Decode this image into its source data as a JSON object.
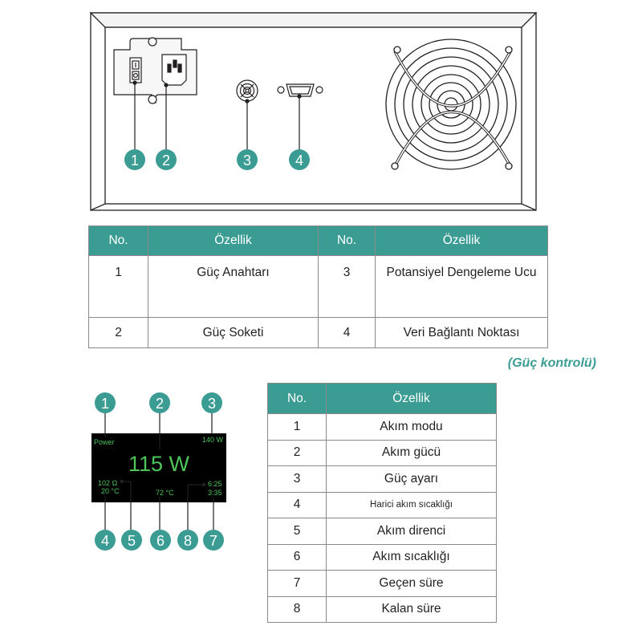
{
  "badge_color": "#3a9c93",
  "header_color": "#3a9c93",
  "panel_callouts": [
    "1",
    "2",
    "3",
    "4"
  ],
  "spec_table": {
    "headers": [
      "No.",
      "Özellik",
      "No.",
      "Özellik"
    ],
    "rows": [
      {
        "no1": "1",
        "feat1": "Güç Anahtarı",
        "no2": "3",
        "feat2": "Potansiyel Dengeleme Ucu"
      },
      {
        "no1": "2",
        "feat1": "Güç Soketi",
        "no2": "4",
        "feat2": "Veri Bağlantı Noktası"
      }
    ]
  },
  "control_title": "(Güç kontrolü)",
  "display": {
    "power_label": "Power",
    "power_value": "115 W",
    "power_setting": "140 W",
    "resistance": "102 Ω",
    "ext_temp": "20 °C",
    "temp": "72 °C",
    "elapsed": "6:25",
    "remaining": "3:35",
    "callouts": [
      "1",
      "2",
      "3",
      "4",
      "5",
      "6",
      "8",
      "7"
    ]
  },
  "control_table": {
    "headers": [
      "No.",
      "Özellik"
    ],
    "rows": [
      {
        "no": "1",
        "feat": "Akım modu"
      },
      {
        "no": "2",
        "feat": "Akım gücü"
      },
      {
        "no": "3",
        "feat": "Güç ayarı"
      },
      {
        "no": "4",
        "feat": "Harici akım sıcaklığı"
      },
      {
        "no": "5",
        "feat": "Akım direnci"
      },
      {
        "no": "6",
        "feat": "Akım sıcaklığı"
      },
      {
        "no": "7",
        "feat": "Geçen süre"
      },
      {
        "no": "8",
        "feat": "Kalan süre"
      }
    ]
  }
}
